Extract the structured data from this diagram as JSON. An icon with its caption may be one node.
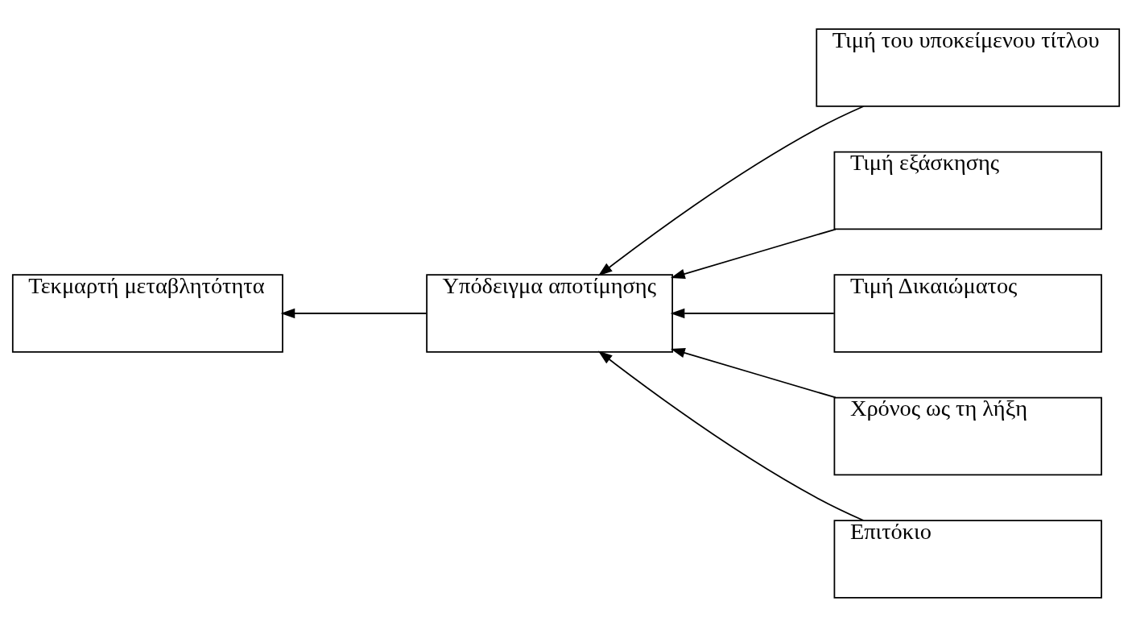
{
  "diagram": {
    "nodes": [
      {
        "text": [
          "Τεκμαρτή μεταβλητότητα"
        ]
      },
      {
        "text": [
          "Υπόδειγμα αποτίμησης"
        ]
      },
      {
        "text": [
          "Τιμή του υποκείμενου τίτλου"
        ]
      },
      {
        "text": [
          "Τιμή εξάσκησης"
        ]
      },
      {
        "text": [
          "Τιμή Δικαιώματος"
        ]
      },
      {
        "text": [
          "Χρόνος ως τη λήξη"
        ]
      },
      {
        "text": [
          "Επιτόκιο"
        ]
      }
    ],
    "edges": [
      {
        "from": 1,
        "to": 0,
        "arrow": "to"
      },
      {
        "from": 2,
        "to": 1,
        "arrow": "to"
      },
      {
        "from": 3,
        "to": 1,
        "arrow": "to"
      },
      {
        "from": 4,
        "to": 1,
        "arrow": "to"
      },
      {
        "from": 5,
        "to": 1,
        "arrow": "to"
      },
      {
        "from": 6,
        "to": 1,
        "arrow": "to"
      }
    ]
  }
}
